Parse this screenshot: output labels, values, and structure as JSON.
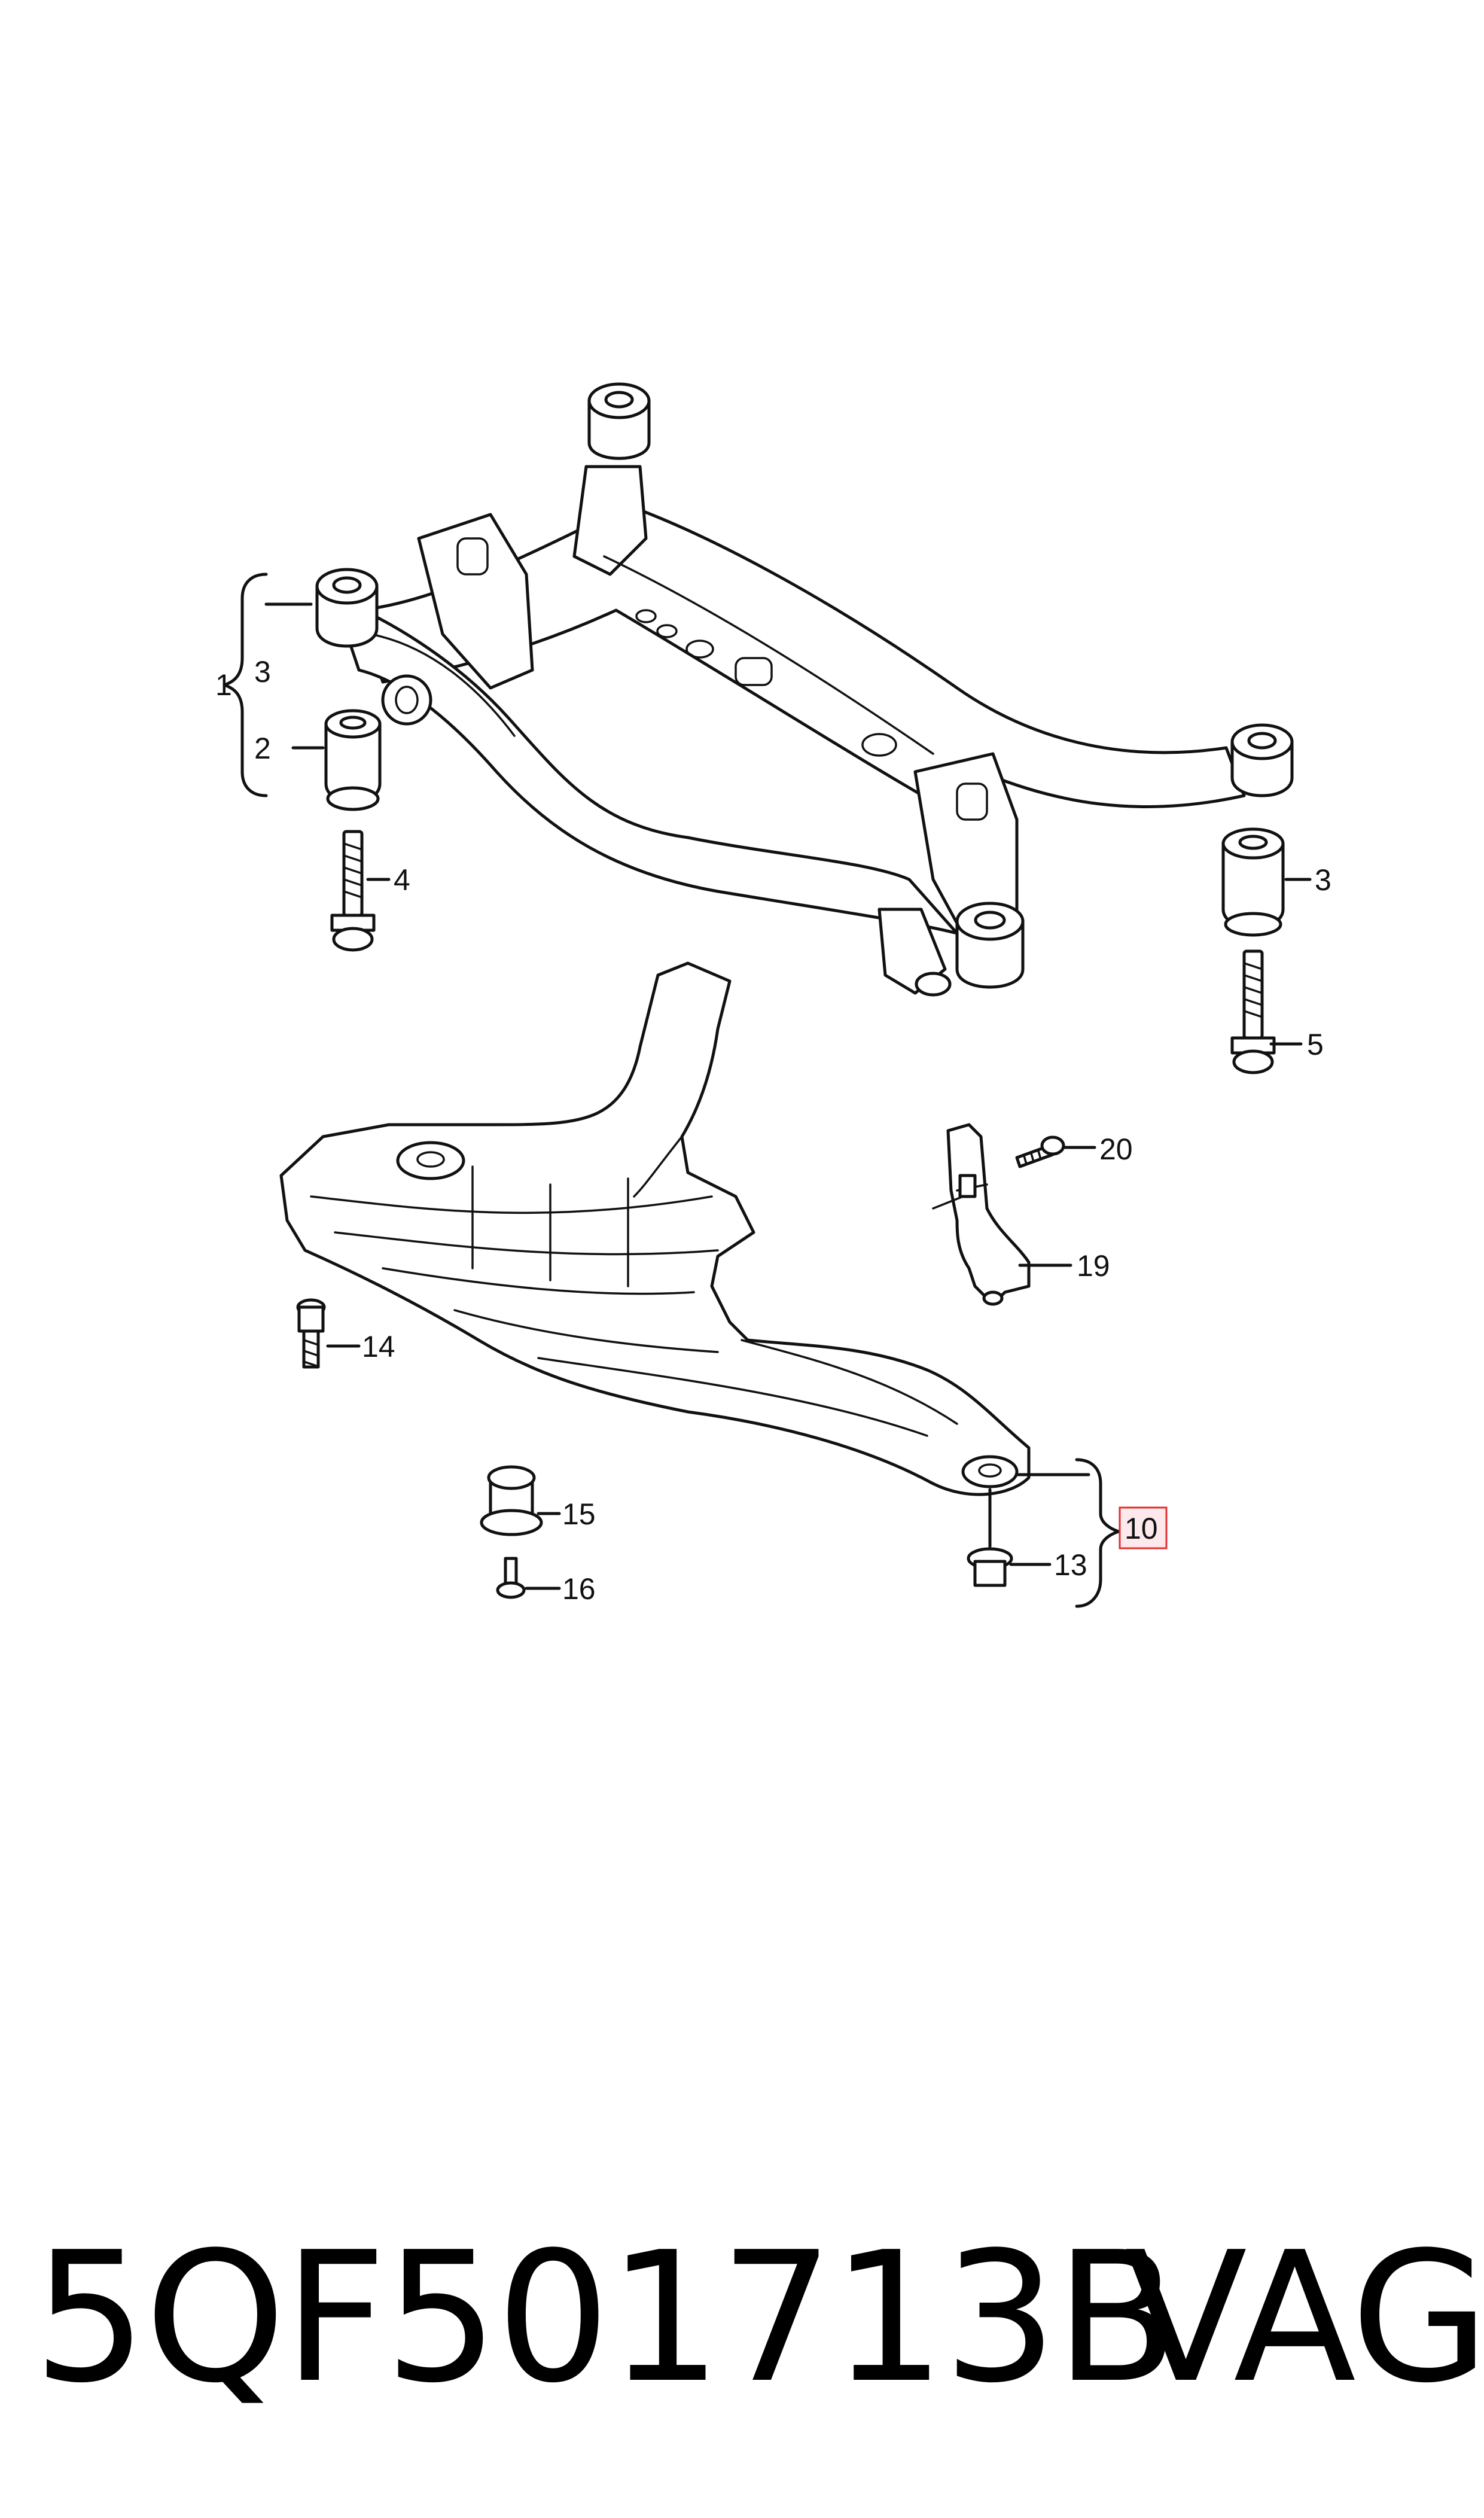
{
  "diagram": {
    "callouts": {
      "c1": "1",
      "c2": "2",
      "c3_left": "3",
      "c3_right": "3",
      "c4": "4",
      "c5": "5",
      "c10": "10",
      "c13": "13",
      "c14": "14",
      "c15": "15",
      "c16": "16",
      "c19": "19",
      "c20": "20"
    },
    "highlight_color": "#e03030",
    "highlight_fill": "#fde8ec"
  },
  "footer": {
    "part_number": "5QF501713B",
    "brand": "VAG"
  }
}
